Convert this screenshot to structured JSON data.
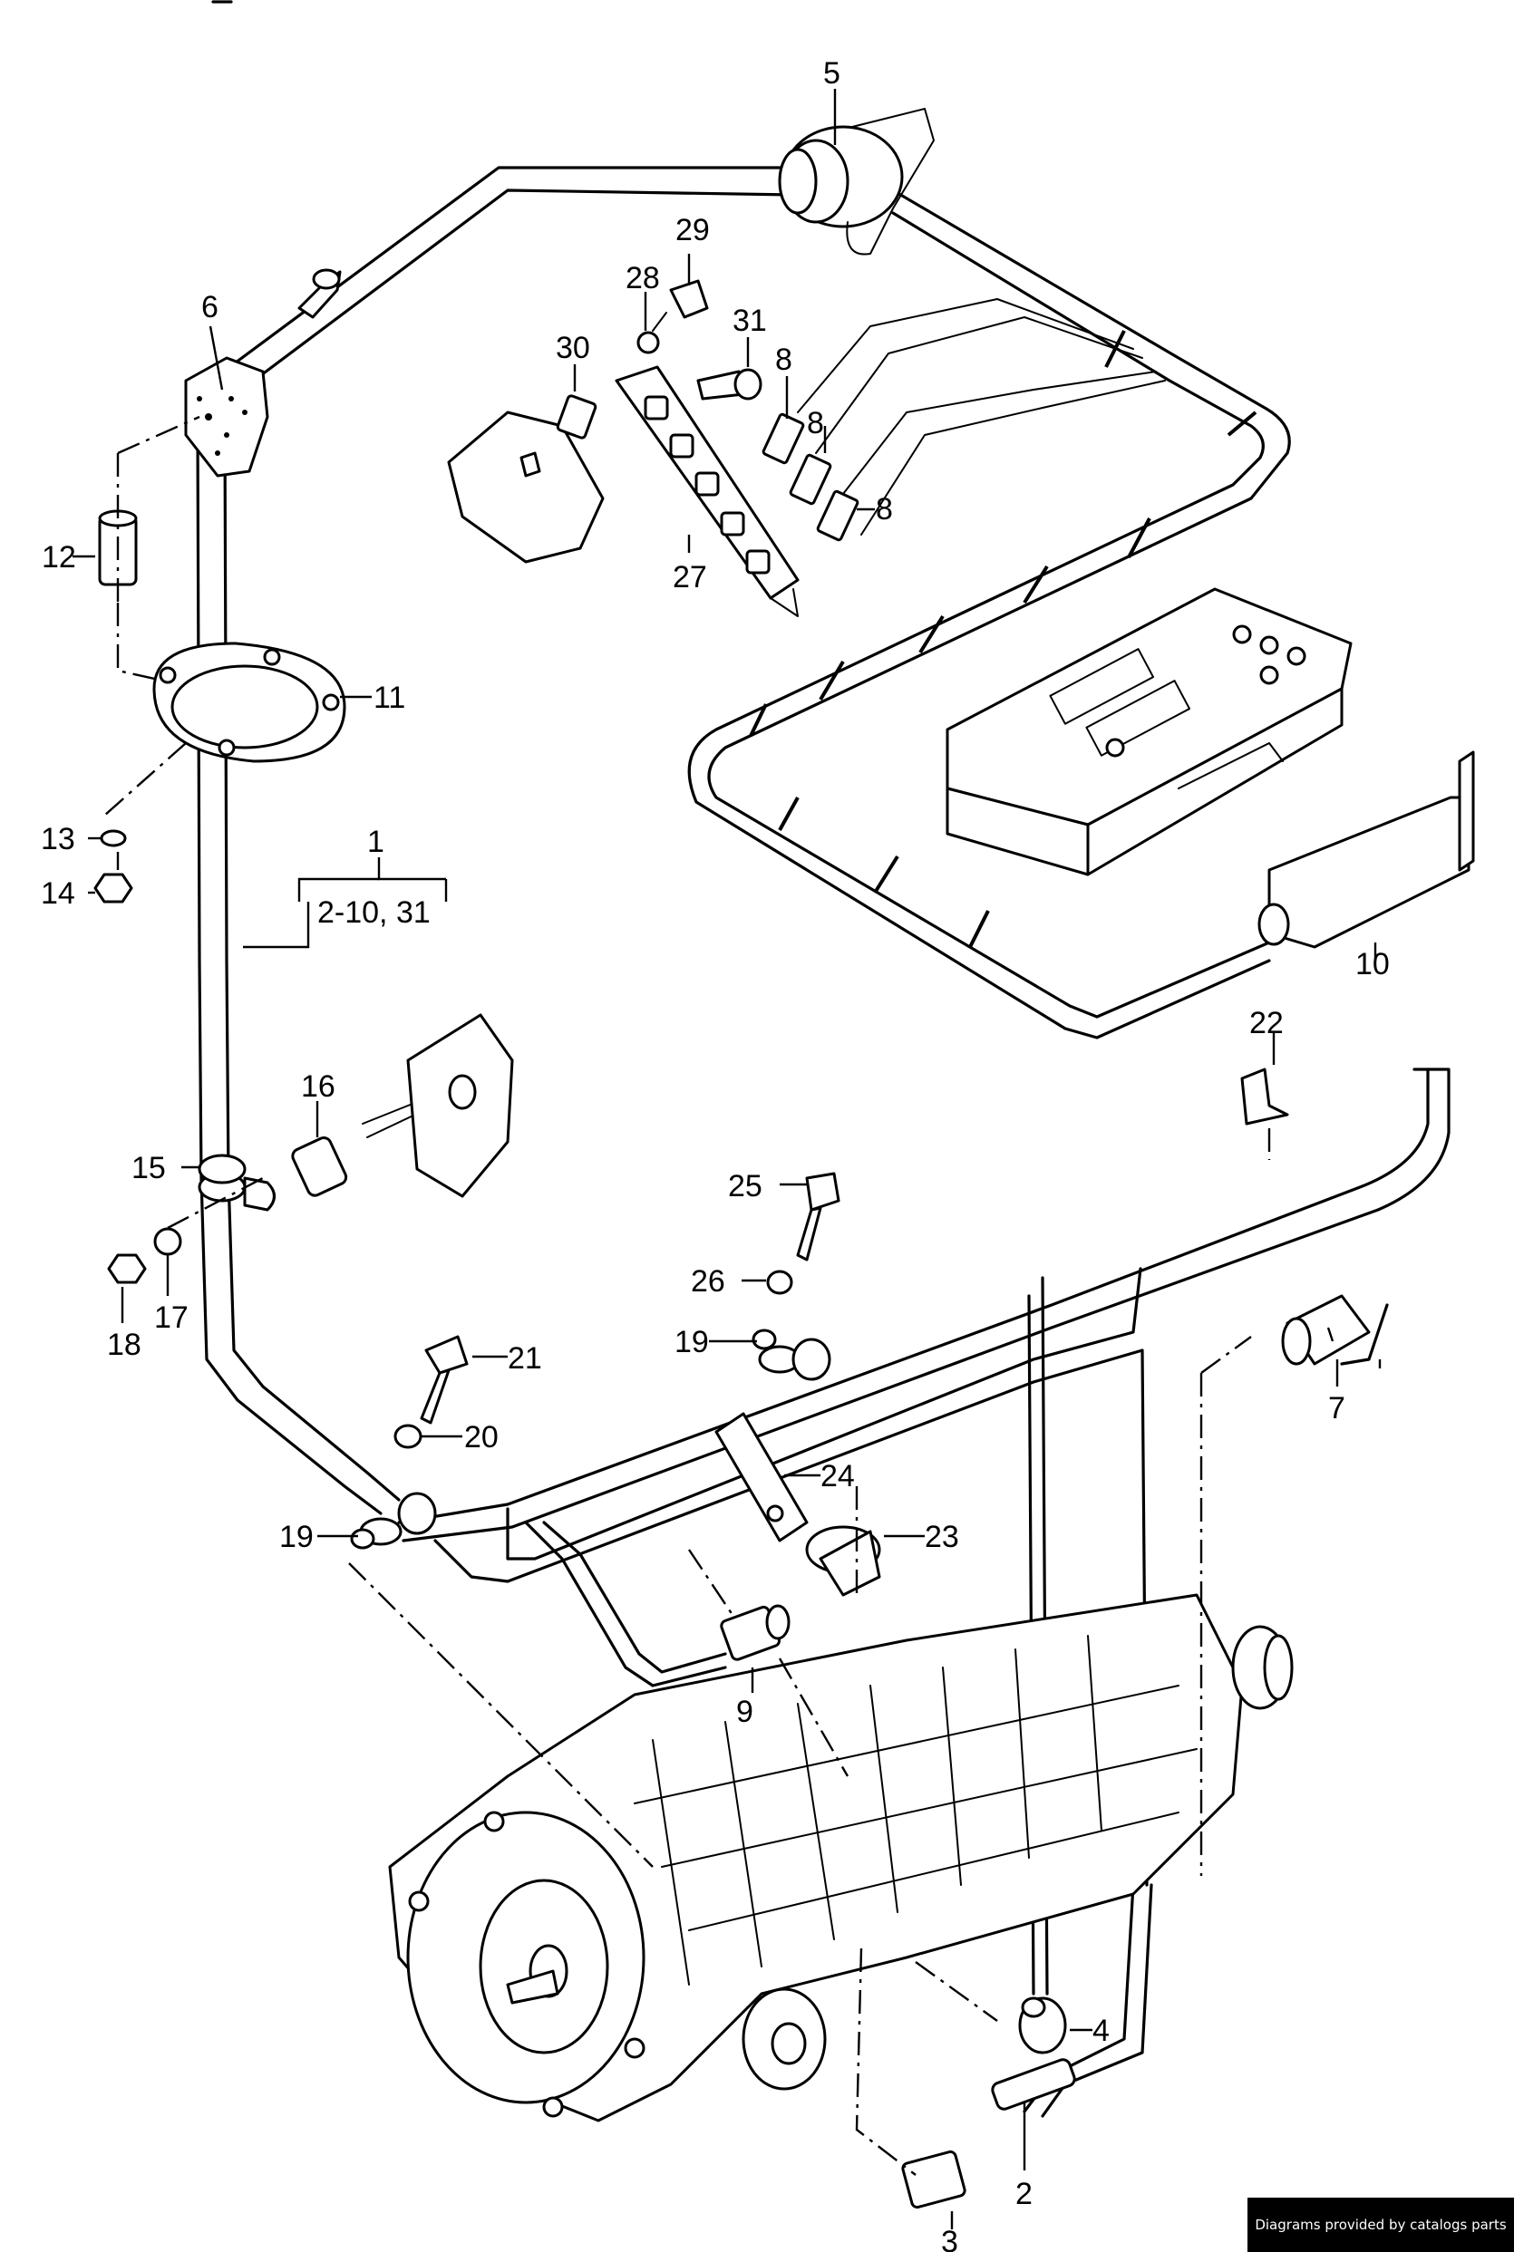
{
  "labels": {
    "l1": "1",
    "l1_range": "2-10, 31",
    "l2": "2",
    "l3": "3",
    "l4": "4",
    "l5": "5",
    "l6": "6",
    "l7": "7",
    "l8a": "8",
    "l8b": "8",
    "l8c": "8",
    "l9": "9",
    "l10": "10",
    "l11": "11",
    "l12": "12",
    "l13": "13",
    "l14": "14",
    "l15": "15",
    "l16": "16",
    "l17": "17",
    "l18": "18",
    "l19a": "19",
    "l19b": "19",
    "l20": "20",
    "l21": "21",
    "l22": "22",
    "l23": "23",
    "l24": "24",
    "l25": "25",
    "l26": "26",
    "l27": "27",
    "l28": "28",
    "l29": "29",
    "l30": "30",
    "l31": "31"
  },
  "credit": "Diagrams provided by catalogs parts"
}
